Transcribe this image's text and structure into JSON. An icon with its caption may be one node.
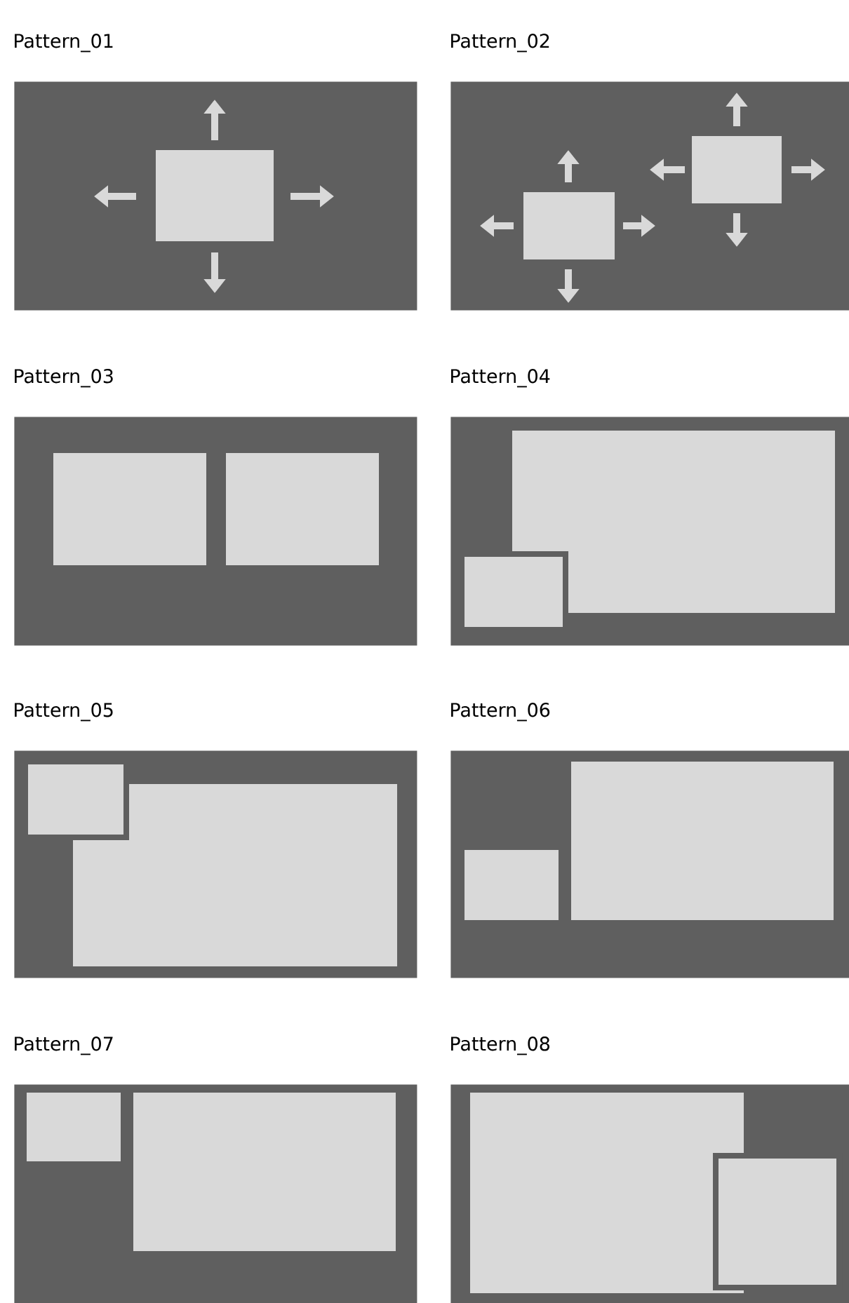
{
  "diagram": {
    "nodes": [
      {
        "text": [
          "Pattern_01"
        ]
      },
      {
        "text": [],
        "shape": "box",
        "in": 0
      },
      {
        "text": [
          "Pattern_02"
        ]
      },
      {
        "text": [],
        "shape": "box",
        "in": 2
      },
      {
        "text": [],
        "shape": "box",
        "in": 2
      },
      {
        "text": [
          "Pattern_03"
        ]
      },
      {
        "text": [],
        "shape": "box",
        "in": 5
      },
      {
        "text": [],
        "shape": "box",
        "in": 5
      },
      {
        "text": [
          "Pattern_04"
        ]
      },
      {
        "text": [],
        "shape": "box",
        "in": 8
      },
      {
        "text": [],
        "shape": "box",
        "in": 8
      },
      {
        "text": [
          "Pattern_05"
        ]
      },
      {
        "text": [],
        "shape": "box",
        "in": 11
      },
      {
        "text": [],
        "shape": "box",
        "in": 11
      },
      {
        "text": [
          "Pattern_06"
        ]
      },
      {
        "text": [],
        "shape": "box",
        "in": 14
      },
      {
        "text": [],
        "shape": "box",
        "in": 14
      },
      {
        "text": [
          "Pattern_07"
        ]
      },
      {
        "text": [],
        "shape": "box",
        "in": 17
      },
      {
        "text": [],
        "shape": "box",
        "in": 17
      },
      {
        "text": [
          "Pattern_08"
        ]
      },
      {
        "text": [],
        "shape": "box",
        "in": 20
      },
      {
        "text": [],
        "shape": "box",
        "in": 20
      }
    ]
  }
}
